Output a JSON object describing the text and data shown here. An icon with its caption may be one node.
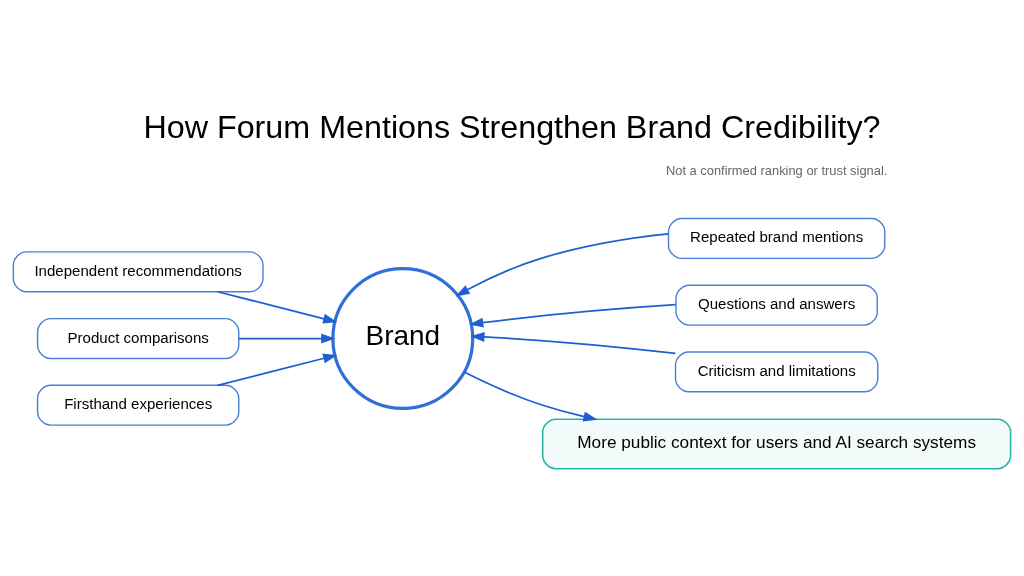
{
  "diagram": {
    "title": "How Forum Mentions Strengthen Brand Credibility?",
    "nodes": [
      {
        "text": [
          "Independent recommendations"
        ]
      },
      {
        "text": [
          "Product comparisons"
        ]
      },
      {
        "text": [
          "Firsthand experiences"
        ]
      },
      {
        "text": [
          "Brand"
        ]
      },
      {
        "text": [
          "Repeated brand mentions"
        ]
      },
      {
        "text": [
          "Questions and answers"
        ]
      },
      {
        "text": [
          "Criticism and limitations"
        ]
      },
      {
        "text": [
          "More public context for users and AI search systems"
        ]
      }
    ],
    "edges": [
      {
        "from": 0,
        "to": 3,
        "arrow": "to"
      },
      {
        "from": 1,
        "to": 3,
        "arrow": "to"
      },
      {
        "from": 2,
        "to": 3,
        "arrow": "to"
      },
      {
        "from": 4,
        "to": 3,
        "arrow": "to"
      },
      {
        "from": 5,
        "to": 3,
        "arrow": "to"
      },
      {
        "from": 6,
        "to": 3,
        "arrow": "to"
      },
      {
        "from": 3,
        "to": 7,
        "arrow": "to"
      }
    ],
    "labels": [
      "Not a confirmed ranking or trust signal."
    ]
  }
}
